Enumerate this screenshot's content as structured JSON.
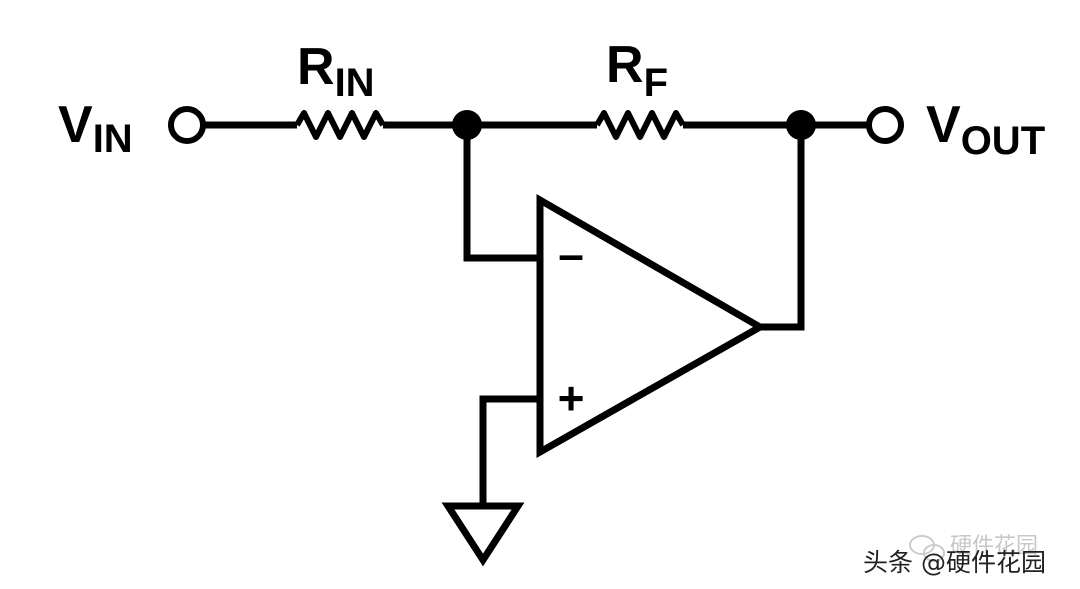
{
  "labels": {
    "vin_main": "V",
    "vin_sub": "IN",
    "rin_main": "R",
    "rin_sub": "IN",
    "rf_main": "R",
    "rf_sub": "F",
    "vout_main": "V",
    "vout_sub": "OUT",
    "minus": "–",
    "plus": "+"
  },
  "watermark": {
    "faint": "硬件花园",
    "main": "头条 @硬件花园"
  },
  "colors": {
    "line": "#000000",
    "background": "#ffffff"
  }
}
